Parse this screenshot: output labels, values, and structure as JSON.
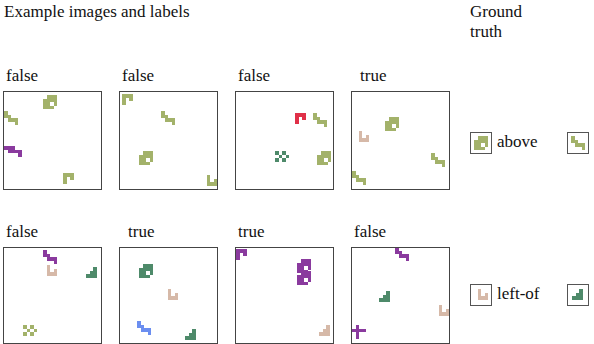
{
  "diagram": {
    "nodes": [
      {
        "text": [
          "false"
        ]
      },
      {
        "text": [
          "false"
        ]
      },
      {
        "text": [
          "false"
        ]
      },
      {
        "text": [
          "true"
        ]
      },
      {
        "text": [
          "false"
        ]
      },
      {
        "text": [
          "true"
        ]
      },
      {
        "text": [
          "true"
        ]
      },
      {
        "text": [
          "false"
        ]
      }
    ],
    "labels": [
      "Example images and labels",
      "Ground truth",
      "above",
      "left-of"
    ]
  }
}
